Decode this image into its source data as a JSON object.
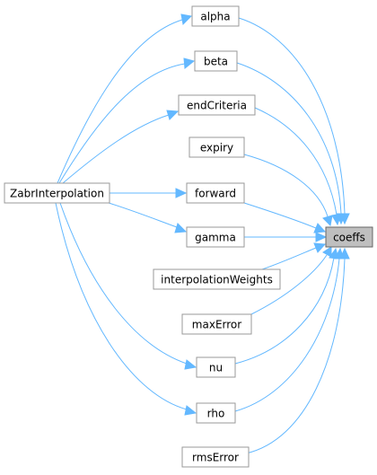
{
  "colors": {
    "edge": "#63b8ff",
    "node_border": "#999999",
    "highlight_fill": "#bfbfbf",
    "highlight_border": "#666666"
  },
  "nodes": {
    "zabr": "ZabrInterpolation",
    "alpha": "alpha",
    "beta": "beta",
    "endCriteria": "endCriteria",
    "expiry": "expiry",
    "forward": "forward",
    "gamma": "gamma",
    "interpolationWeights": "interpolationWeights",
    "maxError": "maxError",
    "nu": "nu",
    "rho": "rho",
    "rmsError": "rmsError",
    "coeffs": "coeffs"
  }
}
